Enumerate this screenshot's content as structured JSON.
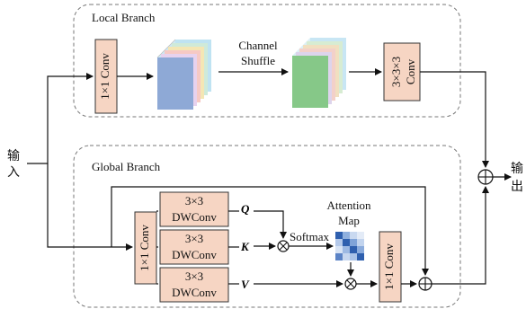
{
  "local_branch": {
    "title": "Local Branch",
    "conv_1x1": "1×1 Conv",
    "shuffle_label": [
      "Channel",
      "Shuffle"
    ],
    "conv_3x3x3": [
      "3×3×3",
      "Conv"
    ]
  },
  "global_branch": {
    "title": "Global Branch",
    "conv_1x1": "1×1 Conv",
    "dwconv_q": [
      "3×3",
      "DWConv"
    ],
    "dwconv_k": [
      "3×3",
      "DWConv"
    ],
    "dwconv_v": [
      "3×3",
      "DWConv"
    ],
    "q": "Q",
    "k": "K",
    "v": "V",
    "softmax": "Softmax",
    "attention_map": [
      "Attention",
      "Map"
    ],
    "conv_out": "1×1 Conv"
  },
  "io": {
    "input": [
      "输",
      "入"
    ],
    "output": [
      "输",
      "出"
    ]
  },
  "colors": {
    "box_fill": "#f6d5c3",
    "cube_blue": "#8ea9d6",
    "cube_green": "#86c888",
    "attention_dark": "#2e5fae"
  }
}
